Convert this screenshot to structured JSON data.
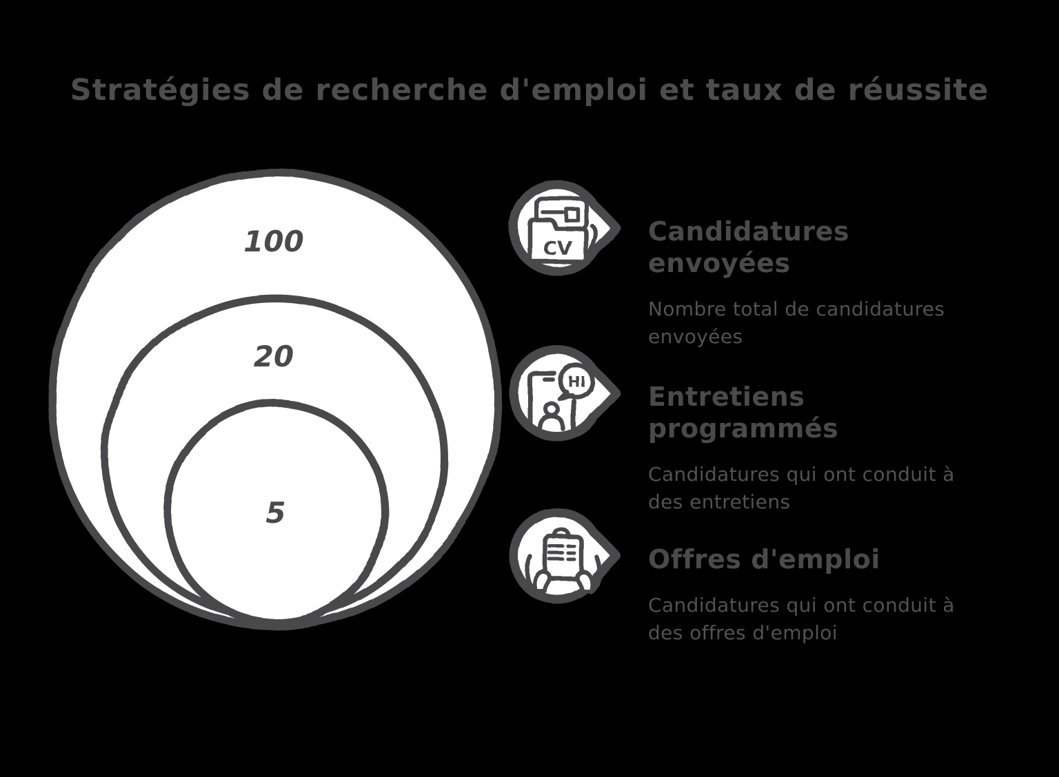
{
  "title": "Stratégies de recherche d'emploi et taux de réussite",
  "colors": {
    "background": "#000000",
    "ink": "#4a4a4b",
    "surface": "#ffffff"
  },
  "venn": {
    "values": [
      "100",
      "20",
      "5"
    ]
  },
  "legend": [
    {
      "icon": "cv-folder-icon",
      "icon_text": "CV",
      "title": "Candidatures envoyées",
      "description": "Nombre total de candidatures envoyées"
    },
    {
      "icon": "video-interview-icon",
      "icon_text": "HI",
      "title": "Entretiens programmés",
      "description": "Candidatures qui ont conduit à des entretiens"
    },
    {
      "icon": "hands-clipboard-icon",
      "icon_text": "",
      "title": "Offres d'emploi",
      "description": "Candidatures qui ont conduit à des offres d'emploi"
    }
  ],
  "chart_data": {
    "type": "nested-circles",
    "title": "Stratégies de recherche d'emploi et taux de réussite",
    "series": [
      {
        "label": "Candidatures envoyées",
        "value": 100
      },
      {
        "label": "Entretiens programmés",
        "value": 20
      },
      {
        "label": "Offres d'emploi",
        "value": 5
      }
    ],
    "legend_position": "right"
  }
}
